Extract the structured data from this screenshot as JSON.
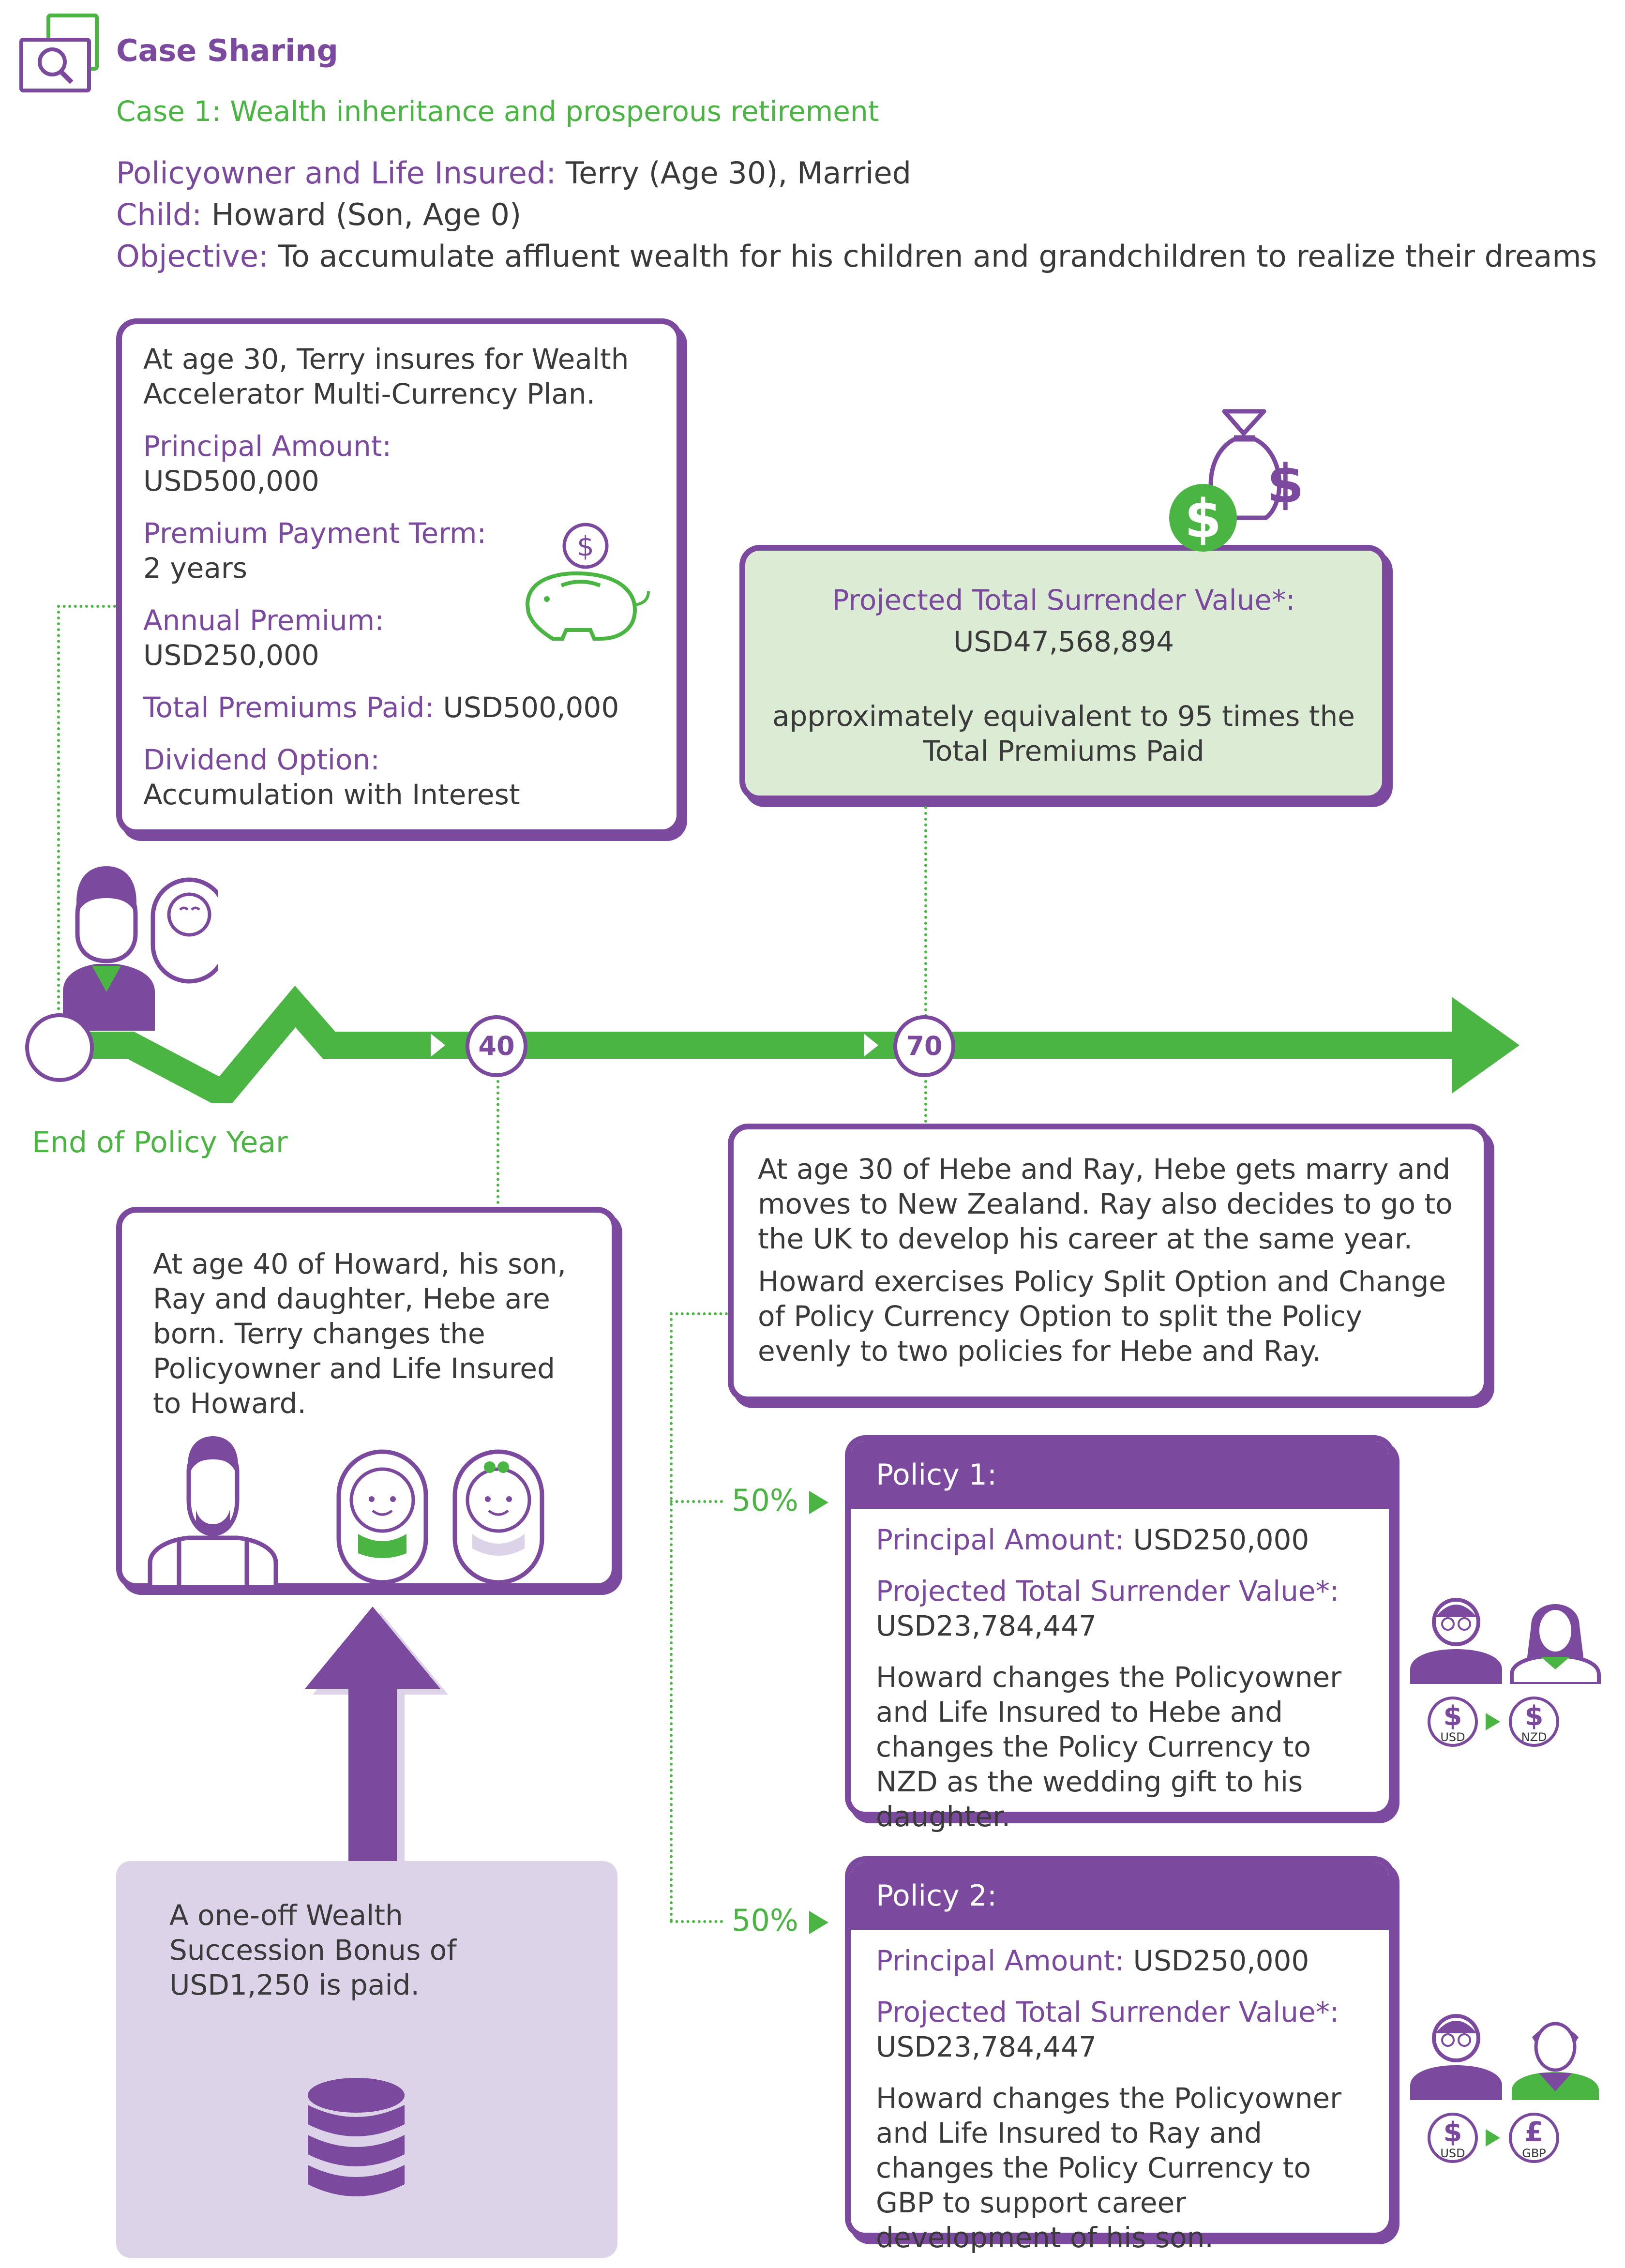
{
  "header": {
    "section_title": "Case Sharing",
    "case_title": "Case 1: Wealth inheritance and prosperous retirement",
    "policyowner_label": "Policyowner and Life Insured:",
    "policyowner_value": " Terry (Age 30), Married",
    "child_label": "Child:",
    "child_value": " Howard (Son, Age 0)",
    "objective_label": "Objective:",
    "objective_value": " To accumulate affluent wealth for his children and grandchildren to realize their dreams"
  },
  "plan_box": {
    "intro": "At age 30, Terry insures for Wealth Accelerator Multi-Currency Plan.",
    "principal_label": "Principal Amount:",
    "principal_value": "USD500,000",
    "term_label": "Premium Payment Term:",
    "term_value": "2 years",
    "annual_label": "Annual Premium:",
    "annual_value": "USD250,000",
    "total_label": "Total Premiums Paid:",
    "total_value": " USD500,000",
    "dividend_label": "Dividend Option:",
    "dividend_value": "Accumulation with Interest"
  },
  "surrender_box": {
    "label": "Projected Total Surrender Value*:",
    "value": "USD47,568,894",
    "note": "approximately equivalent to 95 times the Total Premiums Paid"
  },
  "timeline": {
    "marker_40": "40",
    "marker_70": "70",
    "axis_label": "End of Policy Year"
  },
  "age40_box": {
    "text": "At age 40 of Howard, his son, Ray and daughter, Hebe are born. Terry changes the Policyowner and Life Insured to Howard."
  },
  "age70_box": {
    "p1": "At age 30 of Hebe and Ray, Hebe gets marry and moves to New Zealand. Ray also decides to go to the UK to develop his career at the same year.",
    "p2": "Howard exercises Policy Split Option and Change of Policy Currency Option to split the Policy evenly to two policies for Hebe and Ray."
  },
  "bonus_box": {
    "text": "A one-off Wealth Succession Bonus of USD1,250 is paid."
  },
  "policy1": {
    "split": "50%",
    "title": "Policy 1:",
    "principal_label": "Principal Amount:",
    "principal_value": " USD250,000",
    "surrender_label": "Projected Total Surrender Value*:",
    "surrender_value": "USD23,784,447",
    "text": "Howard changes the Policyowner and Life Insured to Hebe and changes the Policy Currency to NZD as the wedding gift to his daughter.",
    "from_symbol": "$",
    "from_code": "USD",
    "to_symbol": "$",
    "to_code": "NZD"
  },
  "policy2": {
    "split": "50%",
    "title": "Policy 2:",
    "principal_label": "Principal Amount:",
    "principal_value": " USD250,000",
    "surrender_label": "Projected Total Surrender Value*:",
    "surrender_value": "USD23,784,447",
    "text": "Howard changes the Policyowner and Life Insured to Ray and changes the Policy Currency to GBP to support career development of his son.",
    "from_symbol": "$",
    "from_code": "USD",
    "to_symbol": "£",
    "to_code": "GBP"
  },
  "icons": {
    "section": "magnifier-folder-icon",
    "piggy": "piggy-bank-icon",
    "moneybag": "money-bag-icon",
    "coins": "coin-stack-icon"
  },
  "colors": {
    "purple": "#7b4a9e",
    "green": "#4bb543",
    "light_green": "#dcebd4",
    "light_purple": "#ddd3e8"
  }
}
